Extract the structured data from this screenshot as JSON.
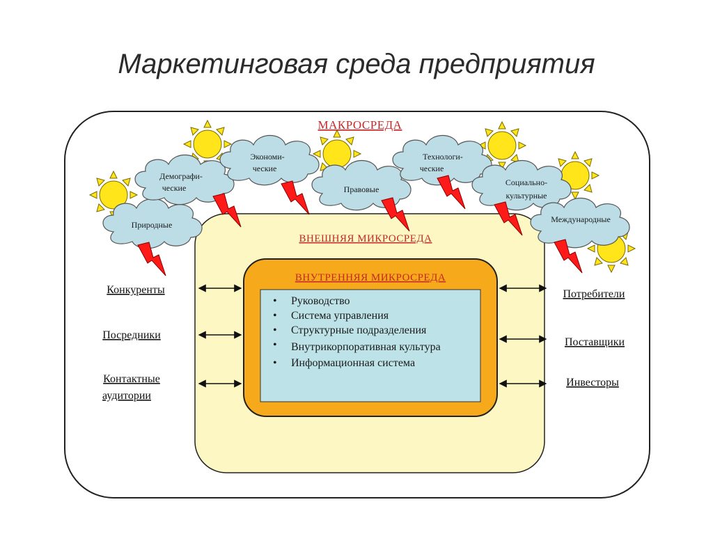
{
  "title": "Маркетинговая среда предприятия",
  "macro": {
    "label": "МАКРОСРЕДА",
    "factors": [
      {
        "id": "natural",
        "lines": [
          "Природные"
        ]
      },
      {
        "id": "demographic",
        "lines": [
          "Демографи-",
          "ческие"
        ]
      },
      {
        "id": "economic",
        "lines": [
          "Экономи-",
          "ческие"
        ]
      },
      {
        "id": "legal",
        "lines": [
          "Правовые"
        ]
      },
      {
        "id": "technological",
        "lines": [
          "Технологи-",
          "ческие"
        ]
      },
      {
        "id": "sociocultural",
        "lines": [
          "Социально-",
          "культурные"
        ]
      },
      {
        "id": "international",
        "lines": [
          "Международные"
        ]
      }
    ]
  },
  "external": {
    "label": "ВНЕШНЯЯ МИКРОСРЕДА",
    "left": [
      {
        "lines": [
          "Конкуренты"
        ]
      },
      {
        "lines": [
          "Посредники"
        ]
      },
      {
        "lines": [
          "Контактные",
          "аудитории"
        ]
      }
    ],
    "right": [
      {
        "lines": [
          "Потребители"
        ]
      },
      {
        "lines": [
          "Поставщики"
        ]
      },
      {
        "lines": [
          "Инвесторы"
        ]
      }
    ]
  },
  "internal": {
    "label": "ВНУТРЕННЯЯ МИКРОСРЕДА",
    "items": [
      "Руководство",
      "Система управления",
      "Структурные подразделения",
      "Внутрикорпоративная культура",
      "Информационная система"
    ]
  },
  "colors": {
    "outer_fill": "#ffffff",
    "external_fill": "#fdf7c3",
    "internal_fill": "#f5a91b",
    "list_fill": "#bde3e8",
    "cloud_fill": "#bcdce6",
    "sun_fill": "#ffe51a",
    "lightning_fill": "#ff1a1a",
    "accent_red": "#c62828"
  }
}
